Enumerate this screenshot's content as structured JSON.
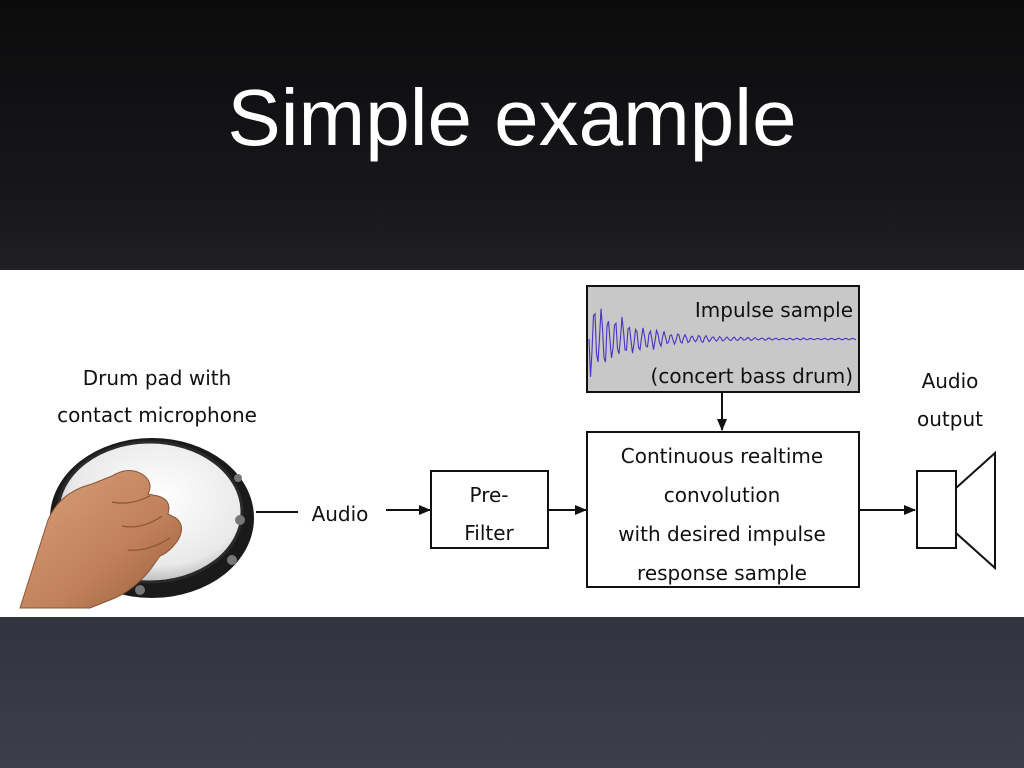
{
  "slide": {
    "title": "Simple example"
  },
  "diagram": {
    "drum_pad_label": [
      "Drum pad with",
      "contact microphone"
    ],
    "audio_label": "Audio",
    "prefilter_label": [
      "Pre-",
      "Filter"
    ],
    "impulse_label": [
      "Impulse sample",
      "(concert bass drum)"
    ],
    "convolution_label": [
      "Continuous realtime",
      "convolution",
      "with desired impulse",
      "response sample"
    ],
    "output_label": [
      "Audio",
      "output"
    ],
    "colors": {
      "panel": "#ffffff",
      "waveform": "#4a32c8",
      "waveform_bg": "#c8c8c8",
      "text": "#111111"
    },
    "icons": [
      "drum-pad-image",
      "speaker-icon",
      "waveform-graphic"
    ]
  }
}
